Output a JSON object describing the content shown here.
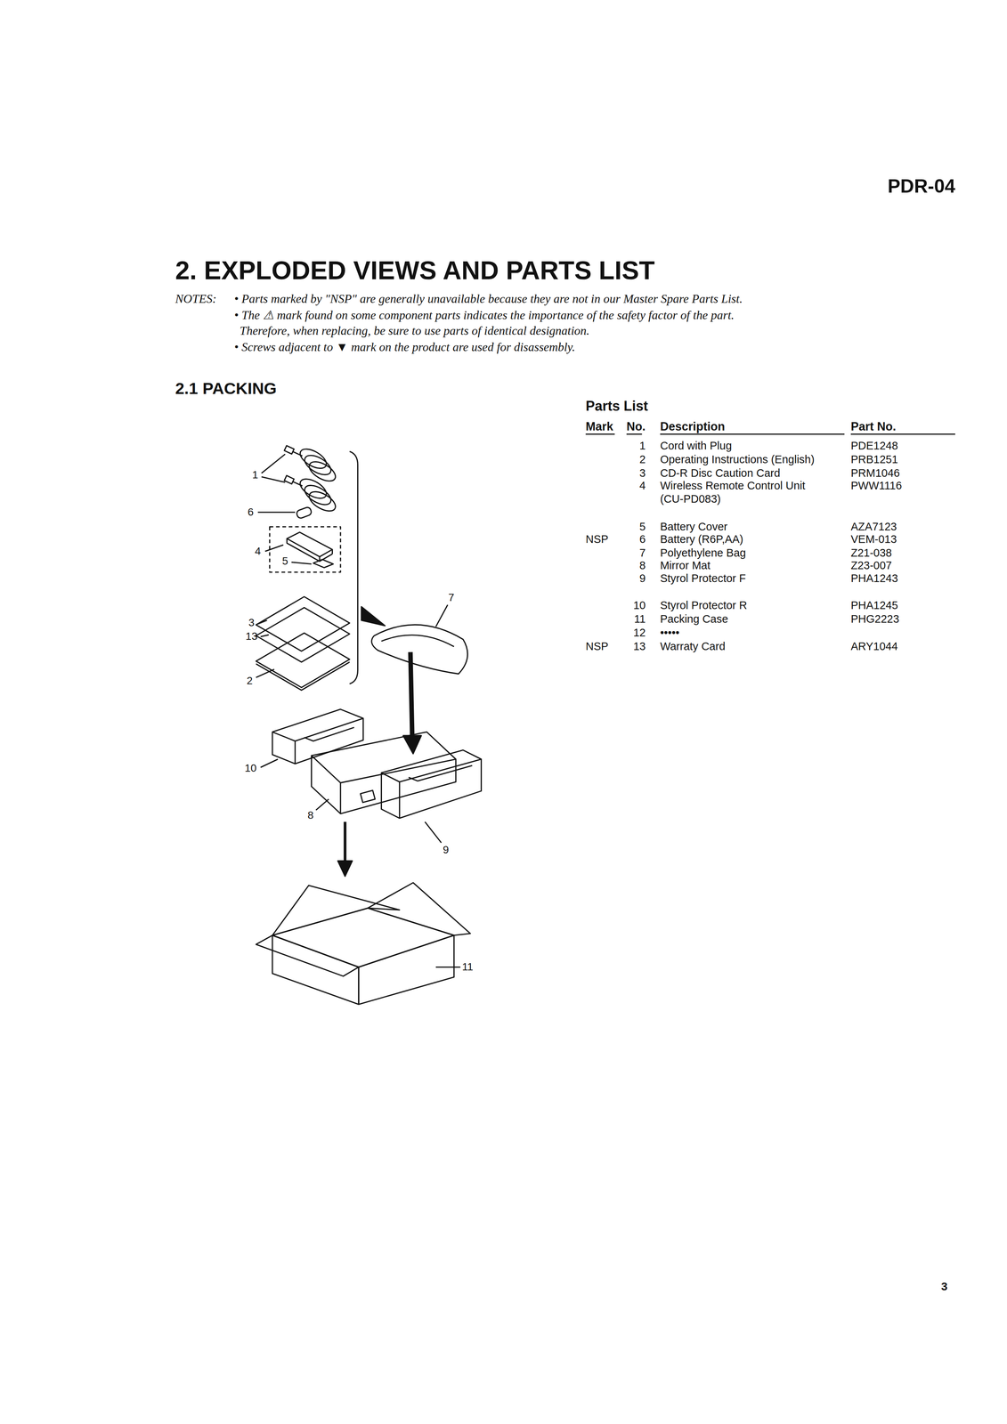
{
  "diagram": {
    "title": "2. EXPLODED VIEWS AND PARTS LIST",
    "labels": [
      "PDR-04",
      "NOTES:",
      "• Parts marked by \"NSP\" are generally unavailable because they are not in our Master Spare Parts List.",
      "• The ⚠ mark found on some component parts indicates the importance of the safety factor of the part.",
      "Therefore, when replacing, be sure to use parts of identical designation.",
      "• Screws adjacent to ▼ mark on the product are used for disassembly.",
      "2.1 PACKING",
      "Parts List",
      "Mark",
      "No.",
      "Description",
      "Part No.",
      "1",
      "Cord with Plug",
      "PDE1248",
      "2",
      "Operating Instructions (English)",
      "PRB1251",
      "3",
      "CD-R Disc Caution Card",
      "PRM1046",
      "4",
      "Wireless Remote Control Unit (CU-PD083)",
      "PWW1116",
      "5",
      "Battery Cover",
      "AZA7123",
      "NSP",
      "6",
      "Battery (R6P,AA)",
      "VEM-013",
      "7",
      "Polyethylene Bag",
      "Z21-038",
      "8",
      "Mirror Mat",
      "Z23-007",
      "9",
      "Styrol Protector F",
      "PHA1243",
      "10",
      "Styrol Protector R",
      "PHA1245",
      "11",
      "Packing Case",
      "PHG2223",
      "12",
      "•••••",
      "NSP",
      "13",
      "Warraty Card",
      "ARY1044",
      "1",
      "6",
      "4",
      "5",
      "3",
      "13",
      "2",
      "7",
      "10",
      "8",
      "9",
      "11",
      "3"
    ]
  }
}
